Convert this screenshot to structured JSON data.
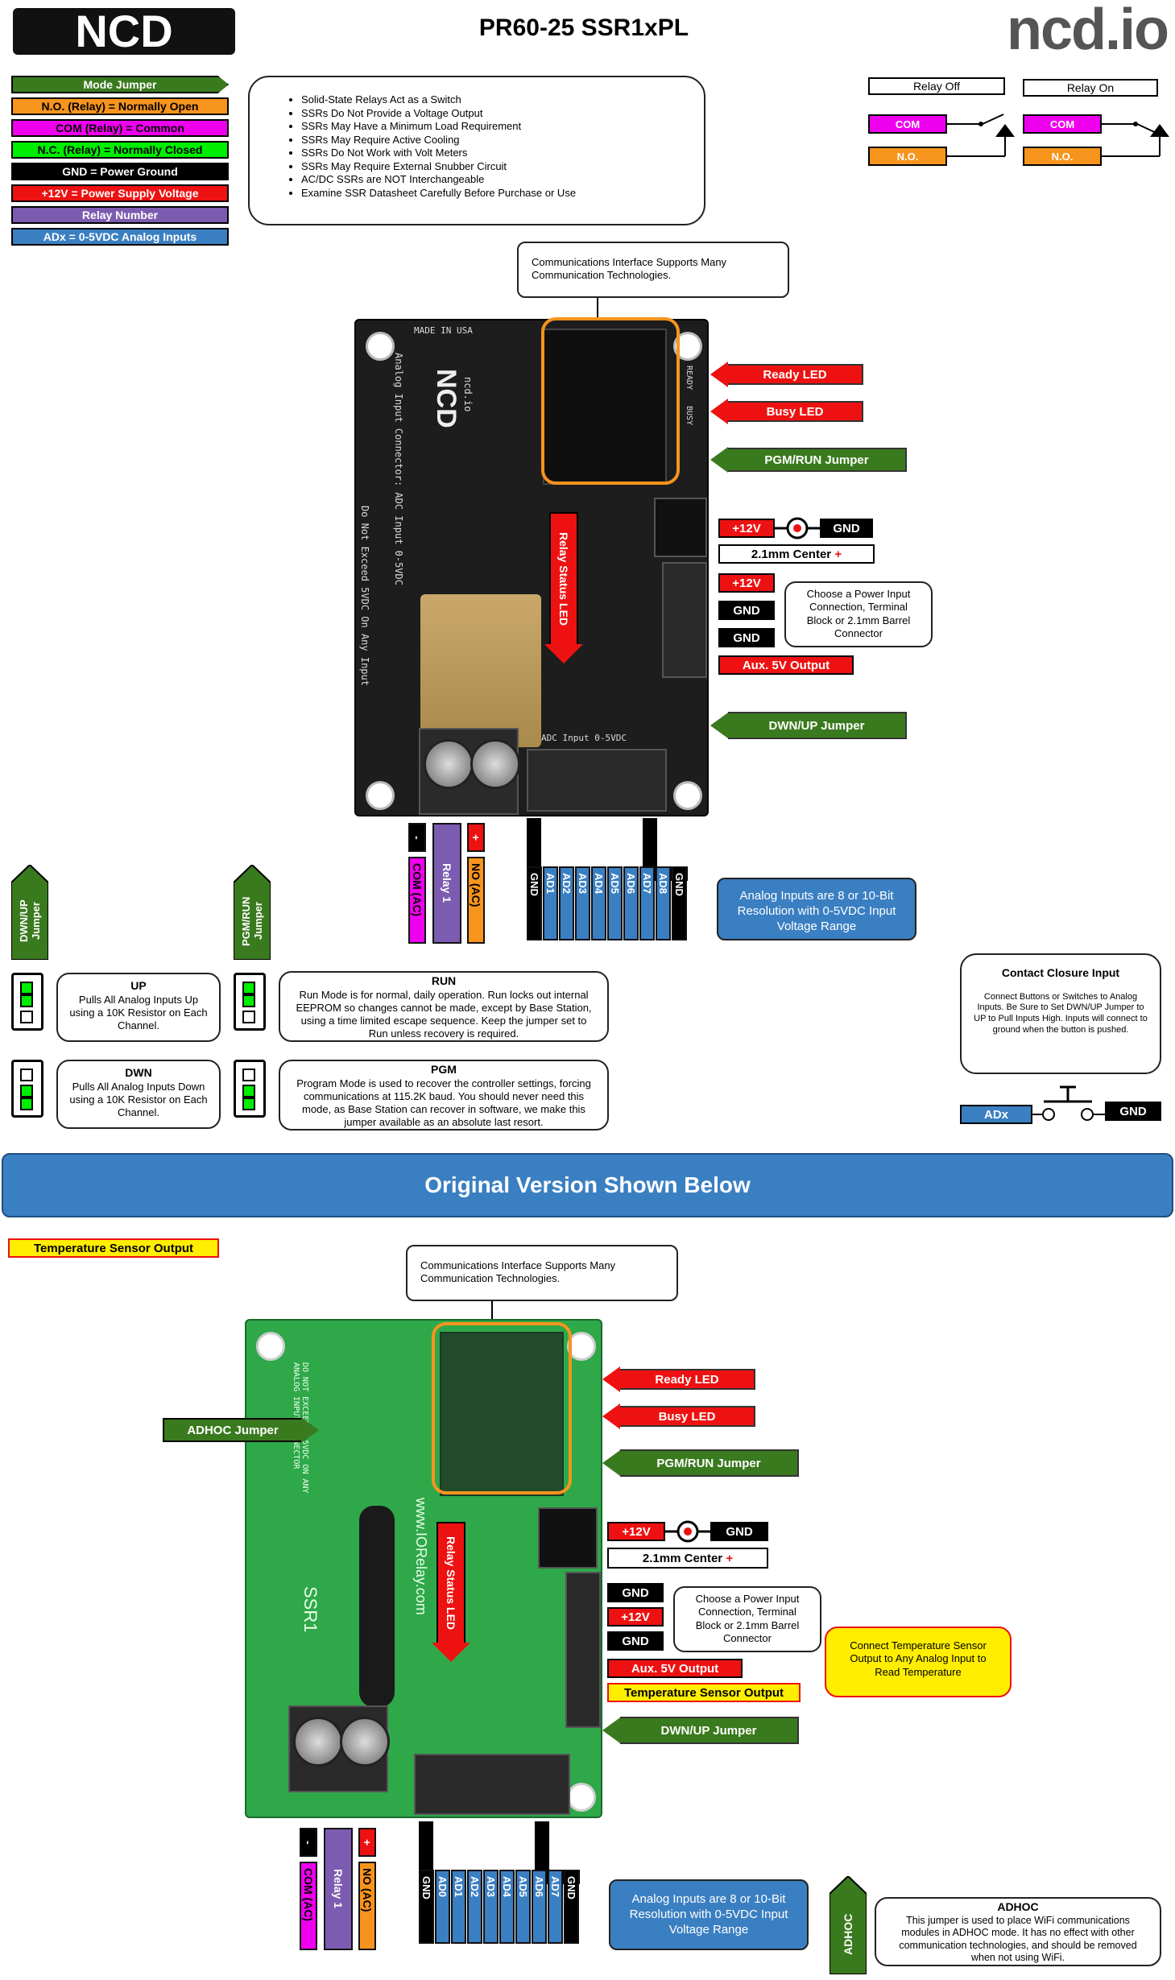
{
  "header": {
    "logo": "NCD",
    "title": "PR60-25 SSR1xPL",
    "site": "ncd.io"
  },
  "legend": [
    {
      "label": "Mode Jumper",
      "bg": "#3a7a1e",
      "fg": "#ffffff"
    },
    {
      "label": "N.O. (Relay) = Normally Open",
      "bg": "#f7941d",
      "fg": "#000000"
    },
    {
      "label": "COM (Relay) = Common",
      "bg": "#ee00ee",
      "fg": "#000000"
    },
    {
      "label": "N.C. (Relay) = Normally Closed",
      "bg": "#00ee00",
      "fg": "#000000"
    },
    {
      "label": "GND = Power Ground",
      "bg": "#000000",
      "fg": "#ffffff"
    },
    {
      "label": "+12V = Power Supply Voltage",
      "bg": "#ee1111",
      "fg": "#ffffff"
    },
    {
      "label": "Relay Number",
      "bg": "#7c5cb0",
      "fg": "#ffffff"
    },
    {
      "label": "ADx = 0-5VDC Analog Inputs",
      "bg": "#3a7fc2",
      "fg": "#ffffff"
    }
  ],
  "notes": [
    "Solid-State Relays Act as a Switch",
    "SSRs Do Not Provide a Voltage Output",
    "SSRs May Have a Minimum Load Requirement",
    "SSRs May Require Active Cooling",
    "SSRs Do Not Work with Volt Meters",
    "SSRs May Require External Snubber Circuit",
    "AC/DC SSRs are NOT Interchangeable",
    "Examine SSR Datasheet Carefully Before Purchase or Use"
  ],
  "relay_states": {
    "off": "Relay Off",
    "on": "Relay On",
    "com": "COM",
    "no": "N.O."
  },
  "top": {
    "comm_note": "Communications Interface Supports Many Communication Technologies.",
    "ready_led": "Ready LED",
    "busy_led": "Busy LED",
    "pgm_run": "PGM/RUN Jumper",
    "plus12v": "+12V",
    "gnd": "GND",
    "barrel": "2.1mm Center",
    "plus": "+",
    "power_note": "Choose a Power Input Connection, Terminal Block or 2.1mm Barrel Connector",
    "aux5v": "Aux. 5V Output",
    "dwn_up": "DWN/UP Jumper",
    "relay_status": "Relay Status LED",
    "analog_note": "Analog Inputs are 8 or 10-Bit Resolution with 0-5VDC Input Voltage Range",
    "pins_left": [
      "-",
      "Relay 1",
      "+"
    ],
    "pins_left_sub": [
      "COM (AC)",
      "",
      "NO (AC)"
    ],
    "ad_pins": [
      "GND",
      "AD1",
      "AD2",
      "AD3",
      "AD4",
      "AD5",
      "AD6",
      "AD7",
      "AD8",
      "GND"
    ],
    "board_silk": {
      "made": "MADE IN USA",
      "analog": "Analog Input Connector: ADC Input 0-5VDC",
      "warn": "Do Not Exceed 5VDC On Any Input",
      "adc": "ADC Input 0-5VDC",
      "brand": "NCD",
      "site": "ncd.io",
      "ready": "READY",
      "busy": "BUSY"
    }
  },
  "jumpers": {
    "dwnup_label": "DWN/UP Jumper",
    "pgmrun_label": "PGM/RUN Jumper",
    "up_title": "UP",
    "up_text": "Pulls All Analog Inputs Up using a 10K Resistor on Each Channel.",
    "dwn_title": "DWN",
    "dwn_text": "Pulls All Analog Inputs Down using a 10K Resistor on Each Channel.",
    "run_title": "RUN",
    "run_text": "Run Mode is for normal, daily operation. Run locks out internal EEPROM so changes cannot be made, except by Base Station, using a time limited escape sequence. Keep the jumper set to Run unless recovery is required.",
    "pgm_title": "PGM",
    "pgm_text": "Program Mode is used to recover the controller settings, forcing communications at 115.2K baud. You should never need this mode, as Base Station can recover in software, we make this jumper available as an absolute last resort."
  },
  "contact": {
    "title": "Contact Closure Input",
    "text": "Connect Buttons or Switches to Analog Inputs. Be Sure to Set DWN/UP Jumper to UP to Pull Inputs High. Inputs will connect to ground when the button is pushed.",
    "adx": "ADx",
    "gnd": "GND"
  },
  "banner": "Original Version Shown Below",
  "bottom": {
    "temp_out": "Temperature Sensor Output",
    "comm_note": "Communications Interface Supports Many Communication Technologies.",
    "ready_led": "Ready LED",
    "busy_led": "Busy LED",
    "adhoc_jumper": "ADHOC Jumper",
    "pgm_run": "PGM/RUN Jumper",
    "plus12v": "+12V",
    "gnd": "GND",
    "barrel": "2.1mm Center",
    "plus": "+",
    "power_note": "Choose a Power Input Connection, Terminal Block or 2.1mm Barrel Connector",
    "aux5v": "Aux. 5V Output",
    "temp_note": "Connect Temperature Sensor Output to Any Analog Input to Read Temperature",
    "dwn_up": "DWN/UP Jumper",
    "relay_status": "Relay Status LED",
    "analog_note": "Analog Inputs are 8 or 10-Bit Resolution with 0-5VDC Input Voltage Range",
    "pins_left": [
      "-",
      "Relay 1",
      "+"
    ],
    "pins_left_sub": [
      "COM (AC)",
      "",
      "NO (AC)"
    ],
    "ad_pins": [
      "GND",
      "AD0",
      "AD1",
      "AD2",
      "AD3",
      "AD4",
      "AD5",
      "AD6",
      "AD7",
      "GND"
    ],
    "adhoc_label": "ADHOC",
    "adhoc_title": "ADHOC",
    "adhoc_text": "This jumper is used to place WiFi communications modules in ADHOC mode. It has no effect with other communication technologies, and should be removed when not using WiFi.",
    "board_silk": {
      "site": "www.IORelay.com",
      "ssr": "SSR1",
      "warn": "DO NOT EXCEED 0-5VDC ON ANY ANALOG INPUT CONNECTOR"
    }
  }
}
